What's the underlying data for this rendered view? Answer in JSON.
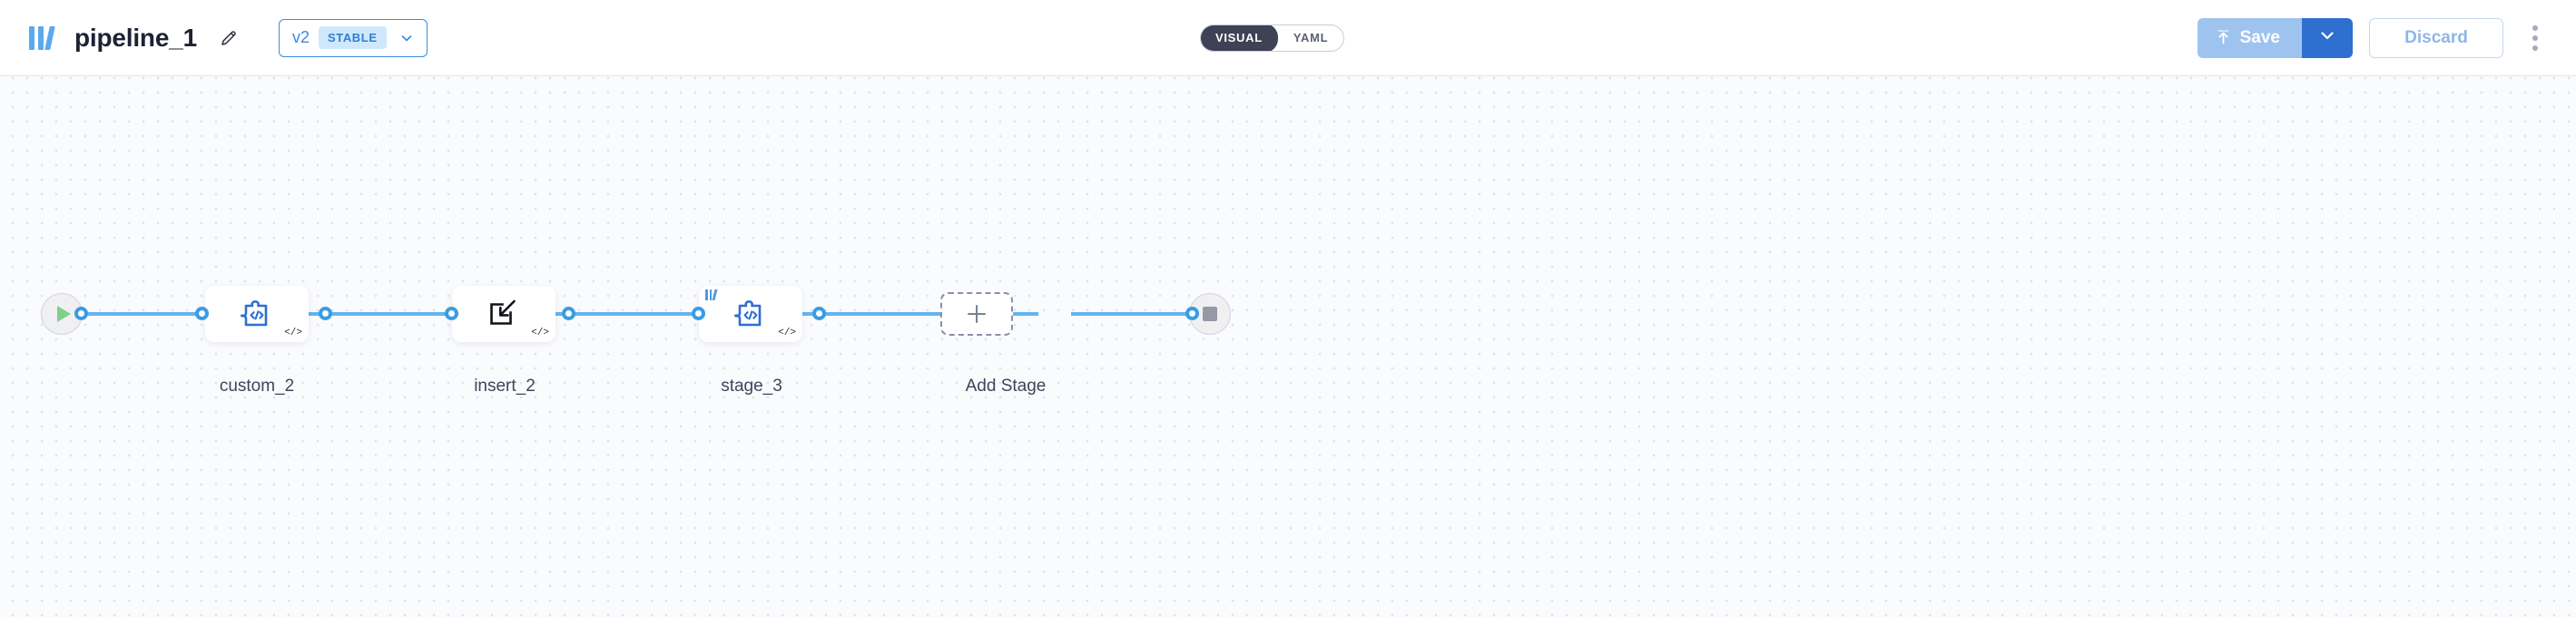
{
  "header": {
    "logo_icon": "library-logo-icon",
    "title": "pipeline_1",
    "edit_icon": "pencil-edit-icon",
    "version": {
      "label": "v2",
      "badge": "STABLE",
      "chevron_icon": "chevron-down-icon"
    },
    "view_toggle": {
      "options": [
        "VISUAL",
        "YAML"
      ],
      "active": "VISUAL"
    },
    "actions": {
      "save_label": "Save",
      "save_icon": "upload-arrow-icon",
      "save_caret_icon": "chevron-down-icon",
      "discard_label": "Discard",
      "menu_icon": "kebab-menu-icon"
    }
  },
  "canvas": {
    "start_node": {
      "name": "start-node",
      "icon": "play-icon"
    },
    "end_node": {
      "name": "end-node",
      "icon": "stop-icon"
    },
    "stages": [
      {
        "label": "custom_2",
        "icon": "puzzle-code-icon",
        "code_badge": "</>",
        "has_logo_badge": false
      },
      {
        "label": "insert_2",
        "icon": "insert-into-box-icon",
        "code_badge": "</>",
        "has_logo_badge": false
      },
      {
        "label": "stage_3",
        "icon": "puzzle-code-icon",
        "code_badge": "</>",
        "has_logo_badge": true
      }
    ],
    "add_stage": {
      "label": "Add Stage",
      "icon": "plus-icon"
    }
  },
  "colors": {
    "accent_blue": "#3d8ae0",
    "wire_blue": "#61b4ef",
    "node_icon_blue": "#2f6fd0",
    "toggle_dark": "#3f4154",
    "badge_bg": "#cfe8fb",
    "play_green": "#7ed08a",
    "stop_gray": "#9698a8"
  }
}
